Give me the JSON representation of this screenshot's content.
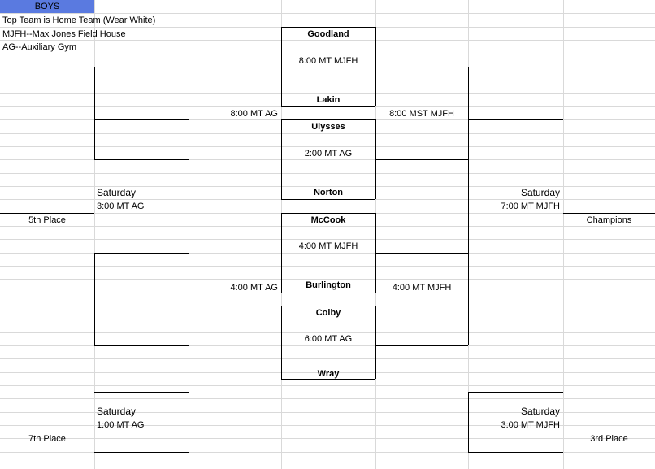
{
  "sheet": {
    "title": "BOYS",
    "notes": [
      "Top Team is Home Team (Wear White)",
      "MJFH--Max Jones Field House",
      "AG--Auxiliary Gym"
    ],
    "banner_color": "#5a7ae0",
    "grid_color": "#d9d9d9",
    "line_color": "#000000"
  },
  "bracket": {
    "quarterfinals": [
      {
        "team": "Goodland",
        "time": "8:00 MT MJFH",
        "opponent": "Lakin"
      },
      {
        "team": "Ulysses",
        "time": "2:00 MT AG",
        "opponent": "Norton"
      },
      {
        "team": "McCook",
        "time": "4:00 MT MJFH",
        "opponent": "Burlington"
      },
      {
        "team": "Colby",
        "time": "6:00 MT AG",
        "opponent": "Wray"
      }
    ],
    "semifinals": [
      {
        "time": "8:00 MST MJFH"
      },
      {
        "time": "4:00 MT MJFH"
      }
    ],
    "consolation_semis": [
      {
        "time": "8:00 MT AG"
      },
      {
        "time": "4:00 MT AG"
      }
    ],
    "finals": [
      {
        "id": "championship",
        "day": "Saturday",
        "time": "7:00 MT MJFH",
        "result_label": "Champions"
      },
      {
        "id": "third-place",
        "day": "Saturday",
        "time": "3:00 MT MJFH",
        "result_label": "3rd Place"
      },
      {
        "id": "fifth-place",
        "day": "Saturday",
        "time": "3:00 MT AG",
        "result_label": "5th Place"
      },
      {
        "id": "seventh-place",
        "day": "Saturday",
        "time": "1:00 MT AG",
        "result_label": "7th Place"
      }
    ]
  }
}
